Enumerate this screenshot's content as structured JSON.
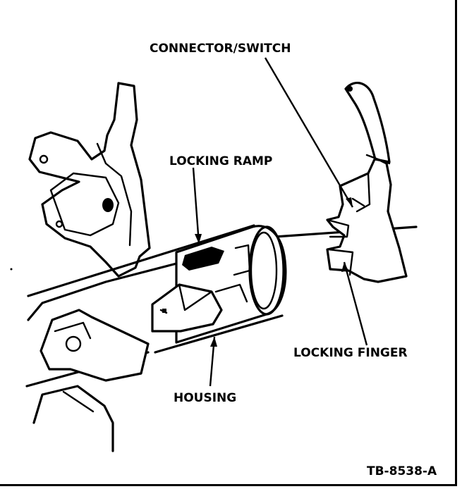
{
  "labels": {
    "connector_switch": "CONNECTOR/SWITCH",
    "locking_ramp": "LOCKING RAMP",
    "locking_finger": "LOCKING FINGER",
    "housing": "HOUSING"
  },
  "figure_code": "TB-8538-A",
  "colors": {
    "ink": "#000000",
    "paper": "#ffffff"
  }
}
